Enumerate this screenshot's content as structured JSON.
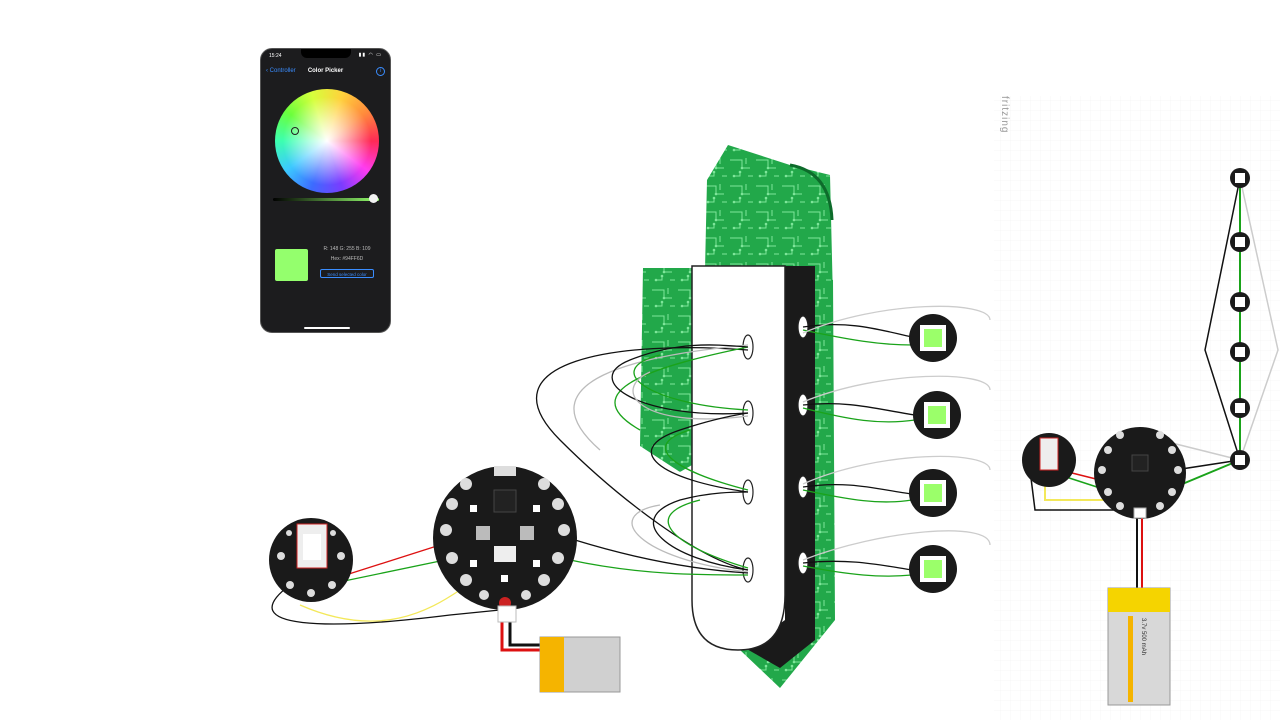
{
  "phone": {
    "time": "15:24",
    "back_label": "Controller",
    "title": "Color Picker",
    "info_icon": "info-icon",
    "rgb_text": "R: 148  G: 255  B: 109",
    "hex_text": "Hex: #94FF6D",
    "send_label": "Send selected color",
    "selected_color": "#94ff6d"
  },
  "fritzing": {
    "label": "fritzing"
  },
  "battery": {
    "label": "3.7v 500 mAh"
  },
  "colors": {
    "tie_green": "#21a448",
    "tie_dark": "#0d6b2b",
    "led_green": "#9bff6a",
    "board_black": "#1a1a1a",
    "wire_green": "#1aa31a",
    "wire_red": "#d11",
    "wire_yellow": "#f3e85a"
  }
}
